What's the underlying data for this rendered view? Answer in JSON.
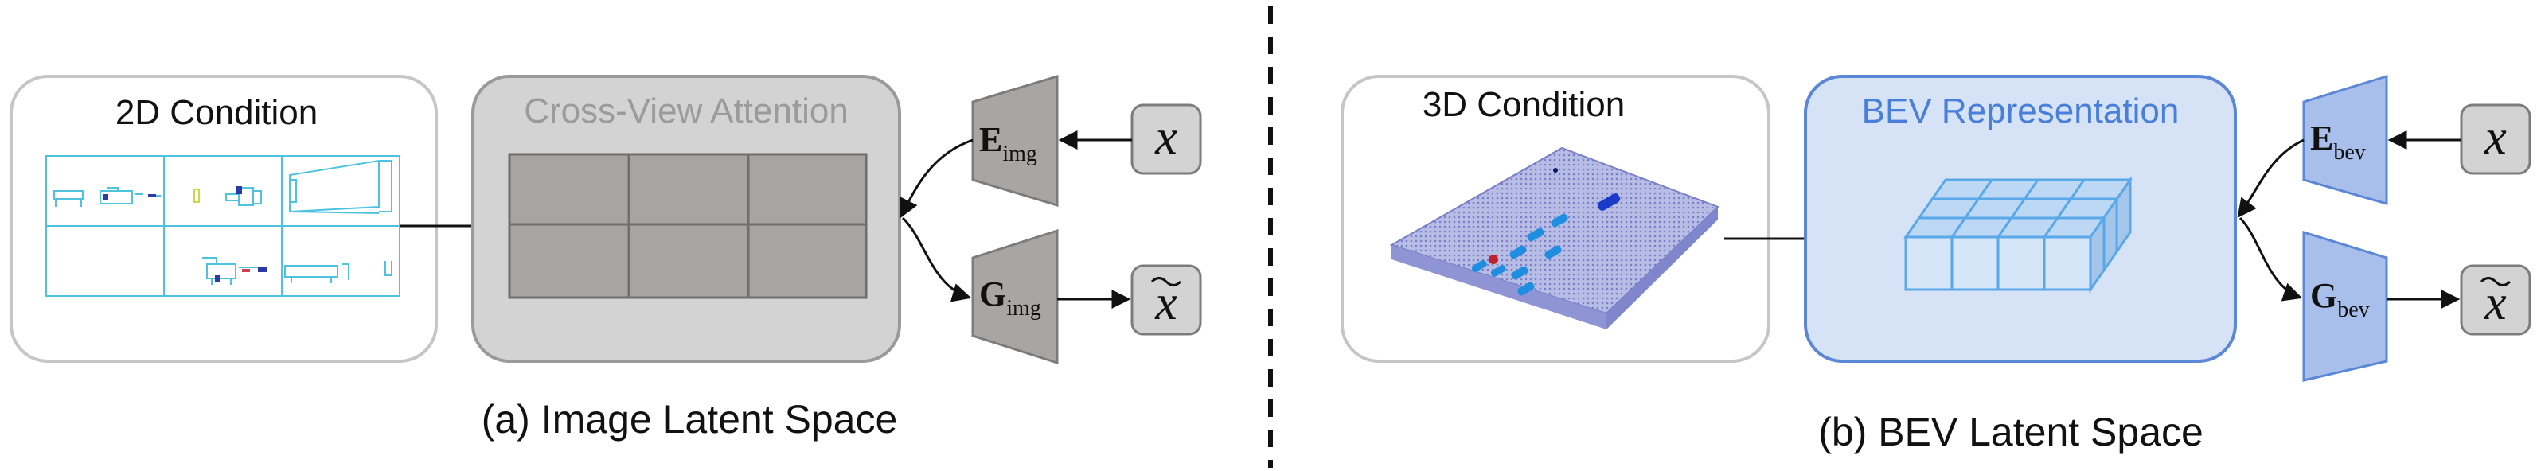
{
  "left_panel": {
    "condition_title": "2D Condition",
    "attention_title": "Cross-View Attention",
    "encoder_letter": "E",
    "encoder_sub": "img",
    "decoder_letter": "G",
    "decoder_sub": "img",
    "input_symbol": "x",
    "output_symbol": "x",
    "caption": "(a) Image Latent Space"
  },
  "right_panel": {
    "condition_title": "3D Condition",
    "representation_title": "BEV Representation",
    "encoder_letter": "E",
    "encoder_sub": "bev",
    "decoder_letter": "G",
    "decoder_sub": "bev",
    "input_symbol": "x",
    "output_symbol": "x",
    "caption": "(b) BEV Latent Space"
  },
  "colors": {
    "gray_fill": "#d3d3d3",
    "gray_stroke": "#9a9a9a",
    "trapezoid_gray": "#a9a5a3",
    "blue_fill": "#d6e2f6",
    "blue_stroke": "#5b87d6",
    "trapezoid_blue": "#a7bfea",
    "grid_cell": "#a8a4a2",
    "title_gray": "#9b9b9b",
    "title_blue": "#4a7fd9"
  }
}
